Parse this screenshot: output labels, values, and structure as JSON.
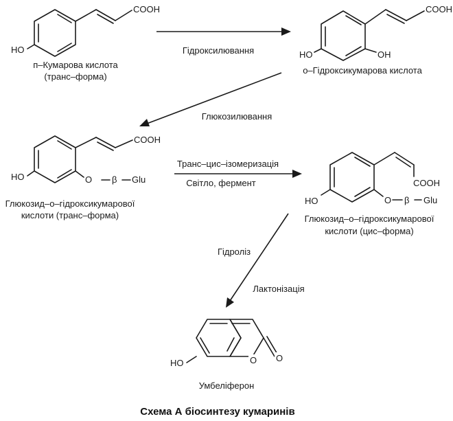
{
  "compounds": {
    "p_coumaric": {
      "name": "п–Кумарова кислота",
      "form": "(транс–форма)",
      "cooh": "COOH",
      "ho": "HO"
    },
    "o_hydroxy": {
      "name": "o–Гідроксикумарова кислота",
      "cooh": "COOH",
      "ho1": "HO",
      "ho2": "OH"
    },
    "glucoside_trans": {
      "name": "Глюкозид–о–гідроксикумарової",
      "form": "кислоти (транс–форма)",
      "cooh": "COOH",
      "ho": "HO",
      "o": "O",
      "beta": "β",
      "glu": "Glu"
    },
    "glucoside_cis": {
      "name": "Глюкозид–о–гідроксикумарової",
      "form": "кислоти (цис–форма)",
      "cooh": "COOH",
      "ho": "HO",
      "o": "O",
      "beta": "β",
      "glu": "Glu"
    },
    "umbelliferone": {
      "name": "Умбеліферон",
      "ho": "HO",
      "o_ring": "O",
      "o_carbonyl": "O"
    }
  },
  "steps": {
    "hydroxylation": "Гідроксилювання",
    "glucosylation": "Глюкозилювання",
    "isomerization": "Транс–цис–ізомеризація",
    "conditions": "Світло, фермент",
    "hydrolysis": "Гідроліз",
    "lactonization": "Лактонізація"
  },
  "caption": "Схема А біосинтезу кумаринів"
}
